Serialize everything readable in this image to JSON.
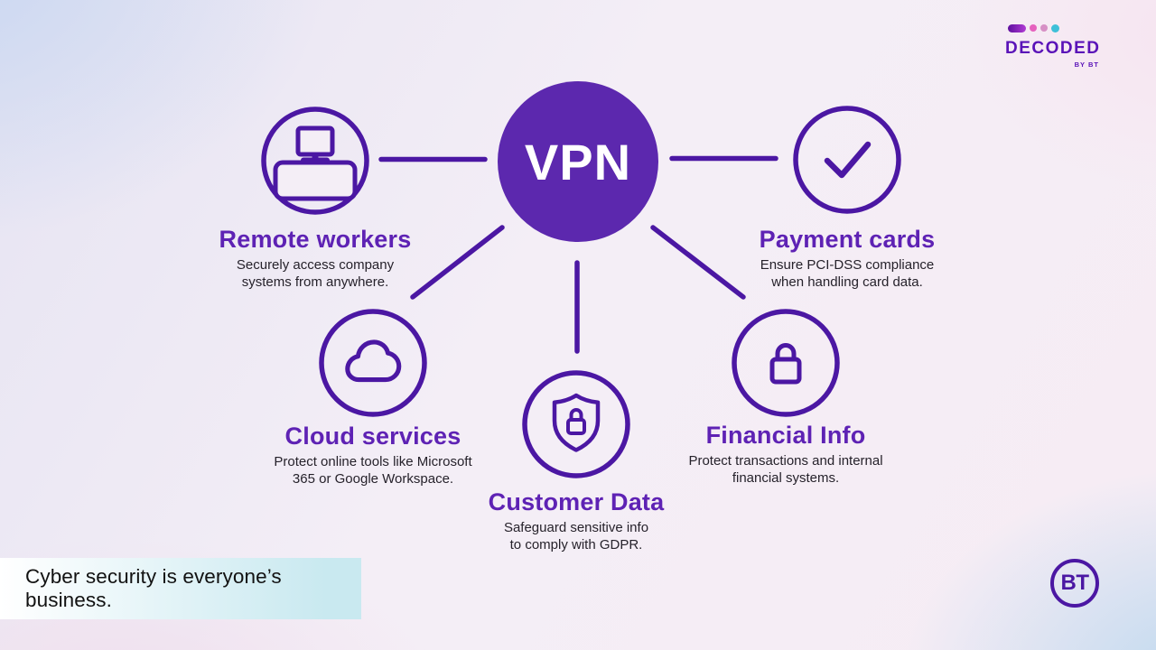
{
  "brand": {
    "decoded": {
      "title": "DECODED",
      "subtitle": "BY BT"
    },
    "bt_label": "BT"
  },
  "center": {
    "label": "VPN"
  },
  "nodes": [
    {
      "id": "remote-workers",
      "icon": "desk-monitor-icon",
      "title": "Remote workers",
      "desc1": "Securely access company",
      "desc2": "systems from anywhere."
    },
    {
      "id": "payment-cards",
      "icon": "checkmark-icon",
      "title": "Payment cards",
      "desc1": "Ensure PCI-DSS compliance",
      "desc2": "when handling card data."
    },
    {
      "id": "cloud-services",
      "icon": "cloud-icon",
      "title": "Cloud services",
      "desc1": "Protect online tools like Microsoft",
      "desc2": "365 or Google Workspace."
    },
    {
      "id": "customer-data",
      "icon": "shield-lock-icon",
      "title": "Customer Data",
      "desc1": "Safeguard sensitive info",
      "desc2": "to comply with GDPR."
    },
    {
      "id": "financial-info",
      "icon": "padlock-icon",
      "title": "Financial Info",
      "desc1": "Protect transactions and internal",
      "desc2": "financial systems."
    }
  ],
  "banner": {
    "text": "Cyber security is everyone’s business."
  },
  "colors": {
    "purple_stroke": "#4b17a3",
    "vpn_fill": "#5c28ae",
    "title_purple": "#5e22b4",
    "desc_text": "#26222b",
    "banner_text": "#121212",
    "banner_from": "#ffffff",
    "banner_to": "#c9e9f0",
    "decoded_purple": "#5a13b8",
    "dot_pink": "#e561be",
    "dot_mauve": "#d78fc5",
    "dot_teal": "#3ec0d8",
    "bg_mask": "#f4eef6"
  }
}
